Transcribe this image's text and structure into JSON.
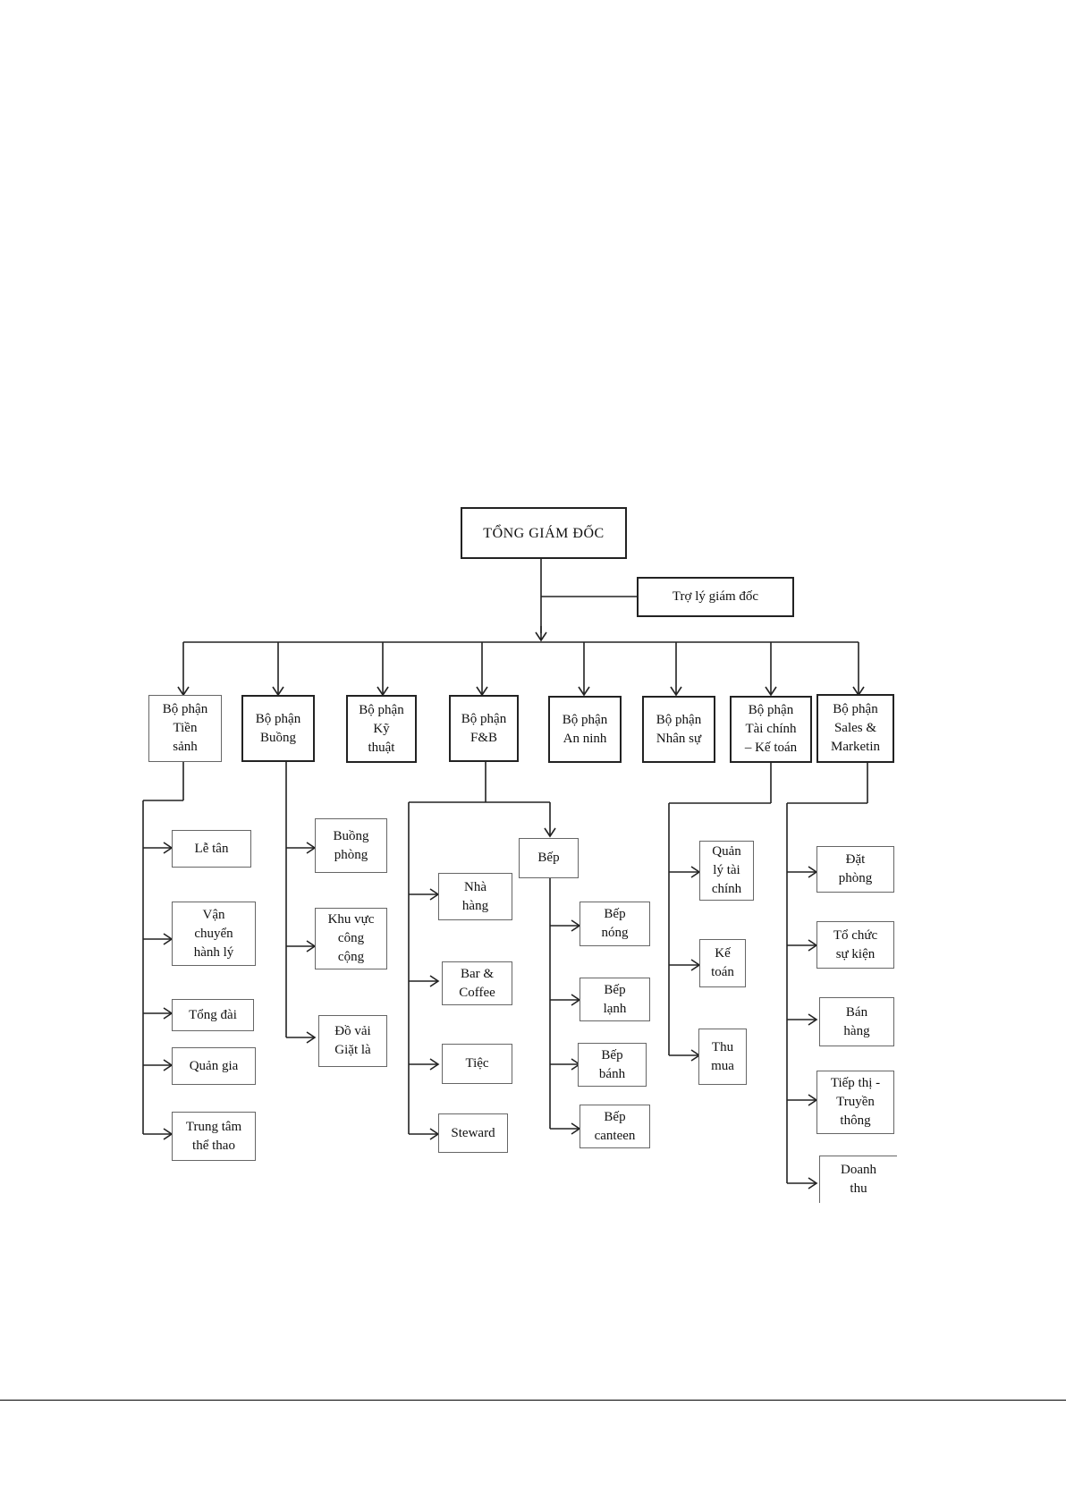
{
  "ceo": "TỔNG GIÁM ĐỐC",
  "assistant": "Trợ lý giám đốc",
  "departments": [
    {
      "label": "Bộ phận\nTiền\nsảnh",
      "children": [
        "Lễ tân",
        "Vận\nchuyển\nhành lý",
        "Tổng đài",
        "Quản gia",
        "Trung tâm\nthể thao"
      ]
    },
    {
      "label": "Bộ  phận\nBuồng",
      "children": [
        "Buồng\nphòng",
        "Khu vực\ncông\ncộng",
        "Đồ vải\nGiặt là"
      ]
    },
    {
      "label": "Bộ phận\nKỹ\nthuật",
      "children": []
    },
    {
      "label": "Bộ phận\nF&B",
      "children": [
        "Nhà\nhàng",
        "Bar &\nCoffee",
        "Tiệc",
        "Steward"
      ],
      "kitchen": {
        "label": "Bếp",
        "children": [
          "Bếp\nnóng",
          "Bếp\nlạnh",
          "Bếp\nbánh",
          "Bếp\ncanteen"
        ]
      }
    },
    {
      "label": "Bộ phận\nAn ninh",
      "children": []
    },
    {
      "label": "Bộ phận\nNhân sự",
      "children": []
    },
    {
      "label": "Bộ phận\nTài chính\n– Kế toán",
      "children": [
        "Quản\nlý tài\nchính",
        "Kế\ntoán",
        "Thu\nmua"
      ]
    },
    {
      "label": "Bộ phận\nSales &\nMarketin",
      "children": [
        "Đặt\nphòng",
        "Tổ chức\nsự kiện",
        "Bán\nhàng",
        "Tiếp thị -\nTruyền\nthông",
        "Doanh\nthu"
      ]
    }
  ]
}
